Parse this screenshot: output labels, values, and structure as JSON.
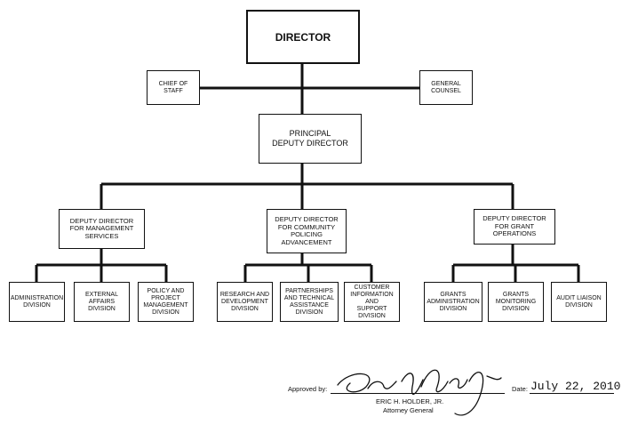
{
  "org": {
    "director": "DIRECTOR",
    "chief_of_staff": "CHIEF OF\nSTAFF",
    "general_counsel": "GENERAL\nCOUNSEL",
    "principal_deputy": "PRINCIPAL\nDEPUTY DIRECTOR",
    "deputy_management": "DEPUTY DIRECTOR\nFOR MANAGEMENT\nSERVICES",
    "deputy_policing": "DEPUTY DIRECTOR\nFOR COMMUNITY\nPOLICING\nADVANCEMENT",
    "deputy_grants": "DEPUTY DIRECTOR\nFOR GRANT\nOPERATIONS",
    "divisions": {
      "administration": "ADMINISTRATION\nDIVISION",
      "external_affairs": "EXTERNAL\nAFFAIRS DIVISION",
      "policy_project": "POLICY AND\nPROJECT\nMANAGEMENT\nDIVISION",
      "research": "RESEARCH AND\nDEVELOPMENT\nDIVISION",
      "partnerships": "PARTNERSHIPS\nAND TECHNICAL\nASSISTANCE\nDIVISION",
      "customer_info": "CUSTOMER\nINFORMATION AND\nSUPPORT DIVISION",
      "grants_admin": "GRANTS\nADMINISTRATION\nDIVISION",
      "grants_monitoring": "GRANTS\nMONITORING\nDIVISION",
      "audit_liaison": "AUDIT LIAISON\nDIVISION"
    }
  },
  "approval": {
    "approved_by_label": "Approved by:",
    "name": "ERIC H. HOLDER, JR.",
    "title": "Attorney General",
    "date_label": "Date:",
    "date_value": "July 22, 2010"
  }
}
